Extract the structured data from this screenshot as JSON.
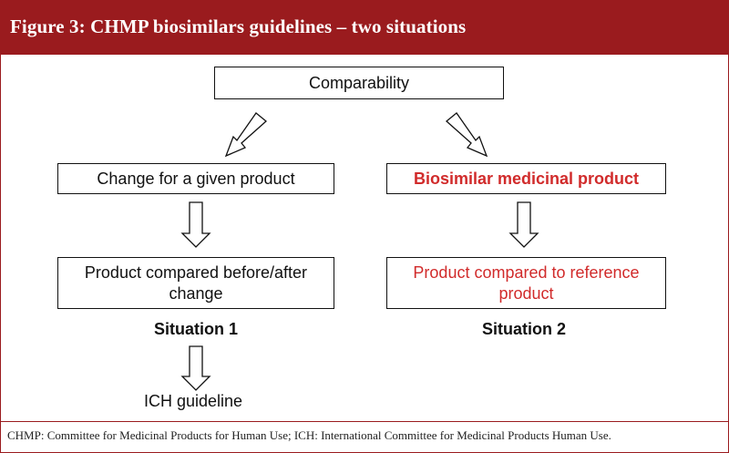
{
  "header": {
    "title": "Figure 3: CHMP biosimilars guidelines – two situations"
  },
  "diagram": {
    "top_box": "Comparability",
    "left_box": "Change for a given product",
    "right_box": "Biosimilar medicinal product",
    "left_result_box": "Product compared before/after change",
    "right_result_box": "Product compared to reference product",
    "situation_1": "Situation 1",
    "situation_2": "Situation 2",
    "ich_label": "ICH guideline"
  },
  "footnote": "CHMP: Committee for Medicinal Products for Human Use; ICH: International Committee for Medicinal Products Human Use.",
  "colors": {
    "header_bg": "#9a1b1e",
    "highlight_red": "#d12b2b"
  }
}
